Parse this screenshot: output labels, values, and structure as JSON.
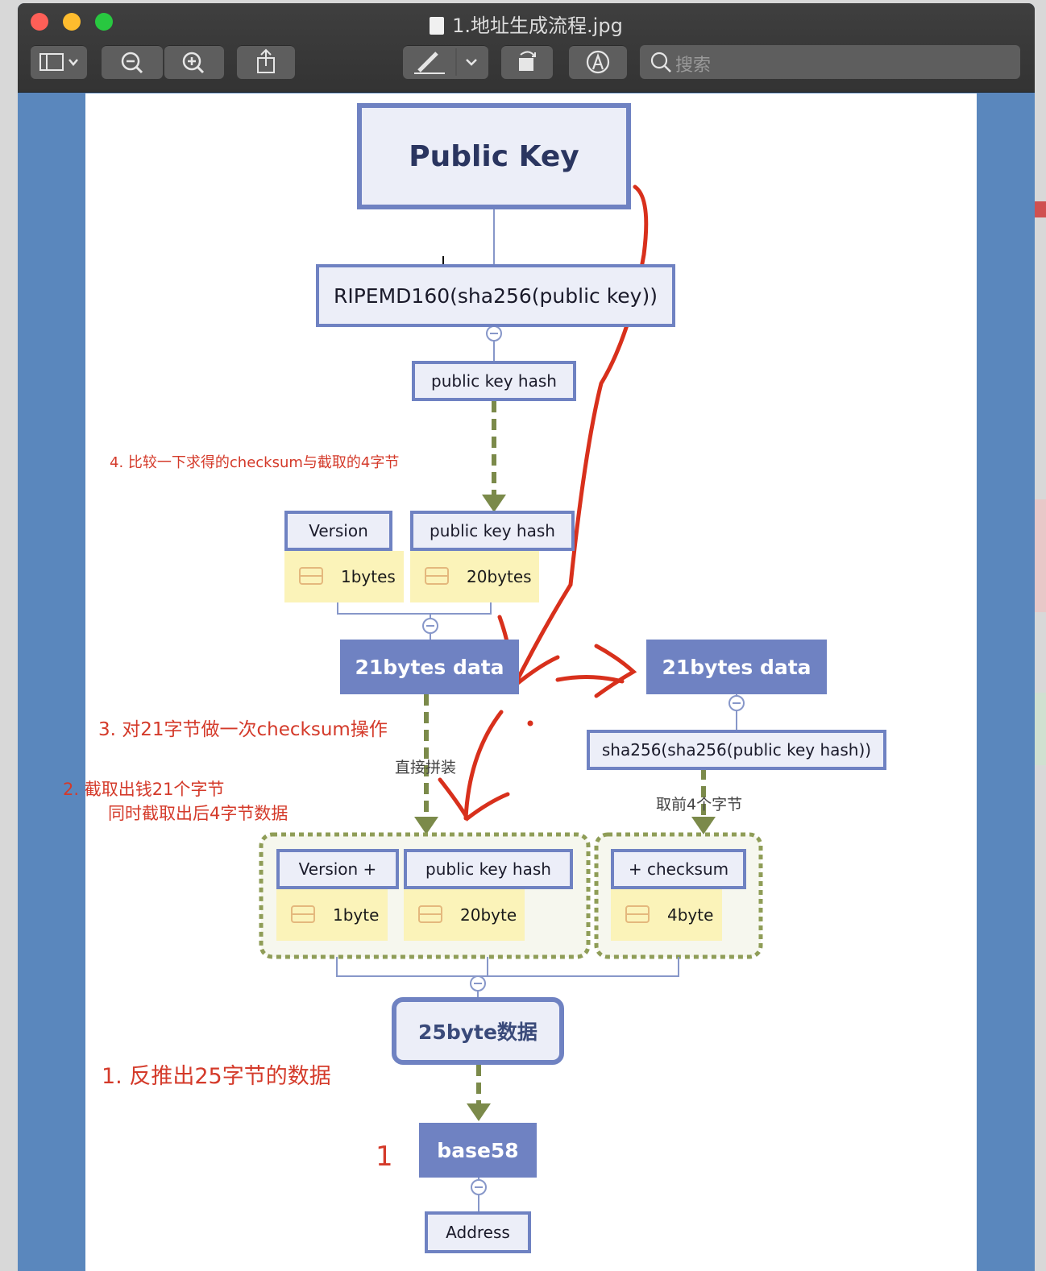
{
  "window": {
    "title": "1.地址生成流程.jpg",
    "search_placeholder": "搜索"
  },
  "toolbar": {
    "icons": [
      "sidebar-icon",
      "chevron-down-icon",
      "zoom-out-icon",
      "zoom-in-icon",
      "share-icon",
      "markup-pen-icon",
      "chevron-down-icon",
      "rotate-icon",
      "markup-icon",
      "search-icon"
    ]
  },
  "diagram": {
    "public_key": "Public Key",
    "ripemd": "RIPEMD160(sha256(public key))",
    "pkh_top": "public key hash",
    "version_header": "Version",
    "pkh_header": "public key hash",
    "version_bytes": "1bytes",
    "pkh_bytes": "20bytes",
    "data21_left": "21bytes data",
    "data21_right": "21bytes data",
    "sha_box": "sha256(sha256(public key hash))",
    "concat_label": "直接拼装",
    "first4_label": "取前4个字节",
    "version_plus": "Version +",
    "pkh_header2": "public key hash",
    "checksum_header": "+ checksum",
    "byte1": "1byte",
    "byte20": "20byte",
    "byte4": "4byte",
    "data25": "25byte数据",
    "base58": "base58",
    "address": "Address"
  },
  "annotations": {
    "step4": "4. 比较一下求得的checksum与截取的4字节",
    "step3": "3. 对21字节做一次checksum操作",
    "step2_line1": "2. 截取出钱21个字节",
    "step2_line2": "同时截取出后4字节数据",
    "step1": "1. 反推出25字节的数据",
    "num1": "1"
  },
  "colors": {
    "window_bg": "#5a87bd",
    "node_fill": "#eceef8",
    "node_border": "#6f82c2",
    "cell_fill": "#fbf3b9",
    "arrow_green": "#7b8a4a",
    "annotation_red": "#d43a2a"
  }
}
